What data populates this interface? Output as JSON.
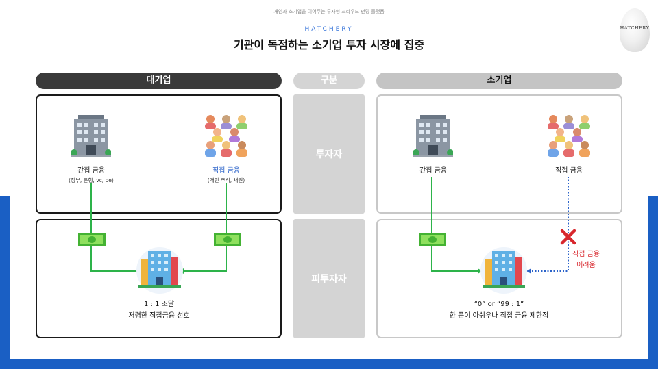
{
  "header": {
    "tagline": "개인과 소기업을 이어주는 투자형 크라우드 펀딩 플랫폼",
    "brand": "HATCHERY",
    "title": "기관이 독점하는 소기업 투자 시장에 집중",
    "logo_text": "HATCHERY"
  },
  "columns": {
    "left": "대기업",
    "middle": "구분",
    "right": "소기업"
  },
  "rows": {
    "investor": "투자자",
    "investee": "피투자자"
  },
  "left": {
    "indirect_label": "간접 금융",
    "indirect_sub": "(정부, 은행, vc, pe)",
    "direct_label": "직접 금융",
    "direct_sub": "(개인 주식, 채권)",
    "caption_line1": "1 : 1 조달",
    "caption_line2": "저렴한 직접금융 선호"
  },
  "right": {
    "indirect_label": "간접 금융",
    "direct_label": "직접 금융",
    "blocked_line1": "직접 금융",
    "blocked_line2": "어려움",
    "caption_line1": "“0” or “99 : 1”",
    "caption_line2": "한 푼이 아쉬우나 직접 금융 제한적"
  },
  "colors": {
    "dark_pill": "#3a3a3a",
    "accent_blue": "#2a62c9",
    "band_blue": "#1a5fc4",
    "flow_green": "#2db34a",
    "blocked_red": "#d8272d"
  }
}
